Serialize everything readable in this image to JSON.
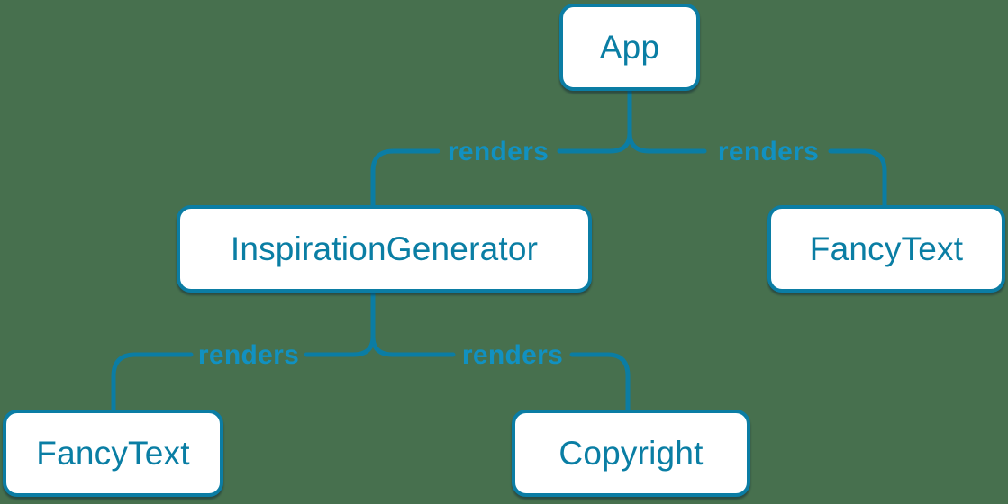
{
  "colors": {
    "bg": "#47704e",
    "stroke": "#0b7da4",
    "label": "#1191c1",
    "node-fill": "#ffffff",
    "node-text": "#0a7ea4"
  },
  "tree": {
    "nodes": [
      {
        "id": "app",
        "label": "App"
      },
      {
        "id": "inspiration-generator",
        "label": "InspirationGenerator"
      },
      {
        "id": "fancy-text-top",
        "label": "FancyText"
      },
      {
        "id": "fancy-text-bottom",
        "label": "FancyText"
      },
      {
        "id": "copyright",
        "label": "Copyright"
      }
    ],
    "edges": [
      {
        "from": "App",
        "to": "InspirationGenerator",
        "label": "renders"
      },
      {
        "from": "App",
        "to": "FancyText",
        "label": "renders"
      },
      {
        "from": "InspirationGenerator",
        "to": "FancyText",
        "label": "renders"
      },
      {
        "from": "InspirationGenerator",
        "to": "Copyright",
        "label": "renders"
      }
    ]
  }
}
